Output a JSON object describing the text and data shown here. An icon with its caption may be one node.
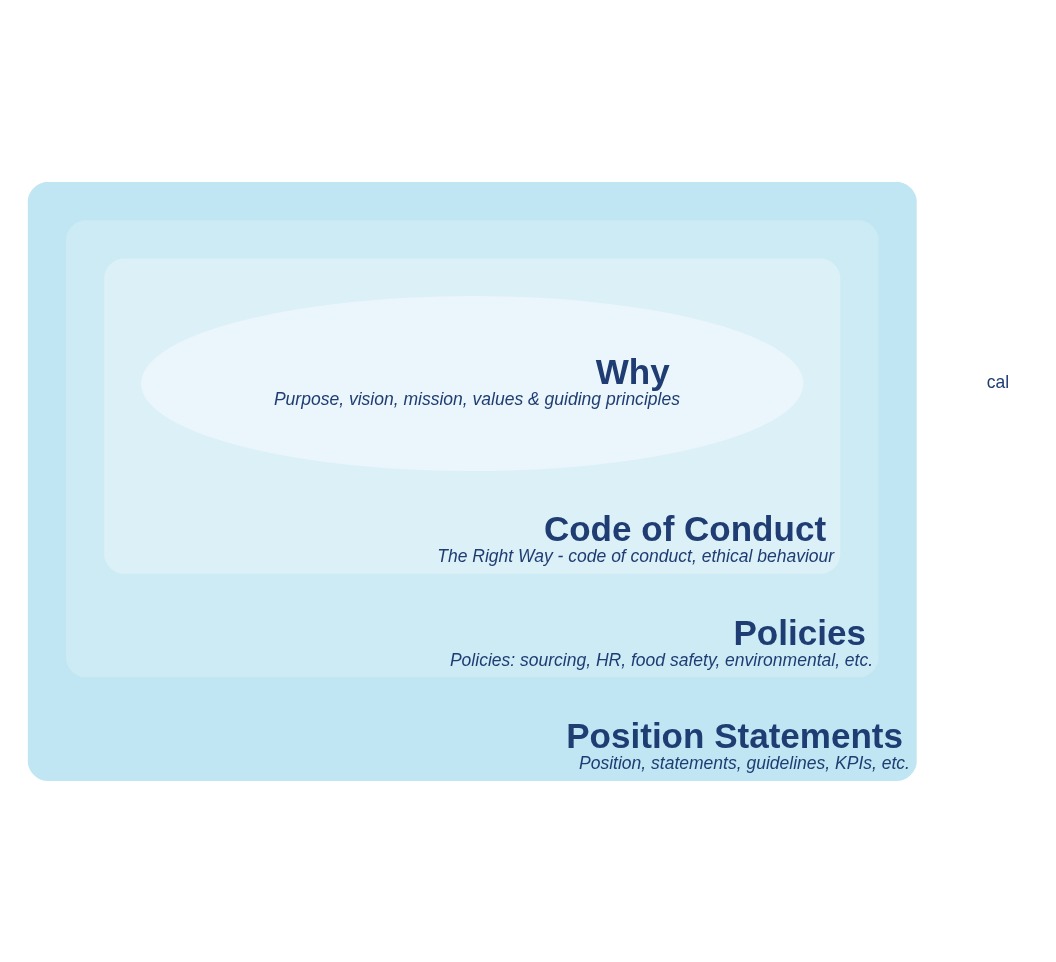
{
  "diagram": {
    "nodes": [
      {
        "text": [
          "Position Statements",
          "Position, statements, guidelines, KPIs, etc."
        ]
      },
      {
        "text": [
          "Policies",
          "Policies: sourcing, HR, food safety, environmental, etc."
        ],
        "in": 0
      },
      {
        "text": [
          "Code of Conduct",
          "The Right Way - code of conduct, ethical behaviour"
        ],
        "in": 1
      },
      {
        "text": [
          "Why",
          "Purpose, vision, mission, values & guiding principles"
        ],
        "in": 2
      }
    ],
    "edges": [],
    "labels": [
      "cal"
    ]
  }
}
